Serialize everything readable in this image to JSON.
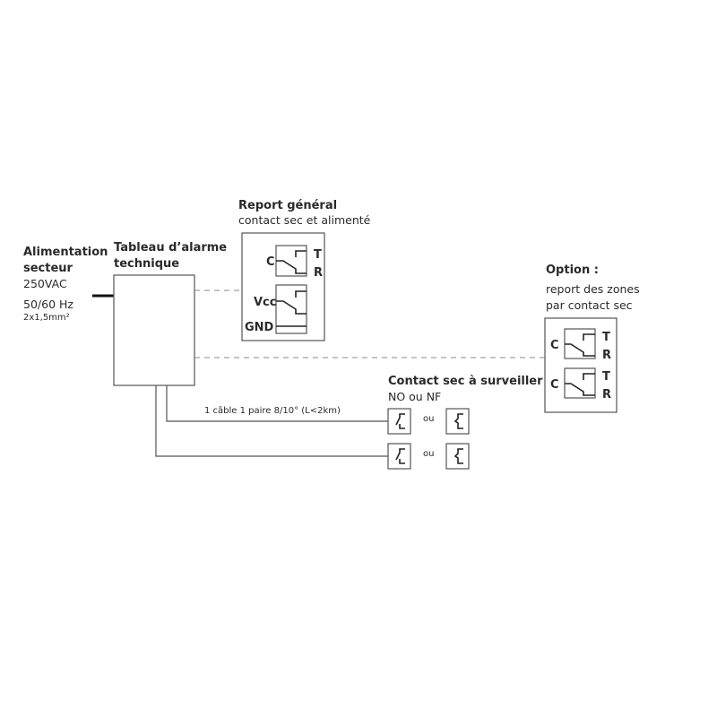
{
  "power": {
    "title1": "Alimentation",
    "title2": "secteur",
    "voltage": "250VAC",
    "freq": "50/60 Hz",
    "section": "2x1,5mm²"
  },
  "panel": {
    "title1": "Tableau d’alarme",
    "title2": "technique"
  },
  "report": {
    "title": "Report général",
    "subtitle": "contact  sec et alimenté",
    "c": "C",
    "t": "T",
    "r": "R",
    "vcc": "Vcc",
    "gnd": "GND"
  },
  "option": {
    "title": "Option :",
    "line1": "report des zones",
    "line2": "par contact sec",
    "c": "C",
    "t": "T",
    "r": "R"
  },
  "contacts": {
    "title": "Contact sec à surveiller",
    "subtitle": "NO ou NF",
    "or": "ou"
  },
  "cable": {
    "label": "1 câble 1 paire 8/10° (L<2km)"
  }
}
